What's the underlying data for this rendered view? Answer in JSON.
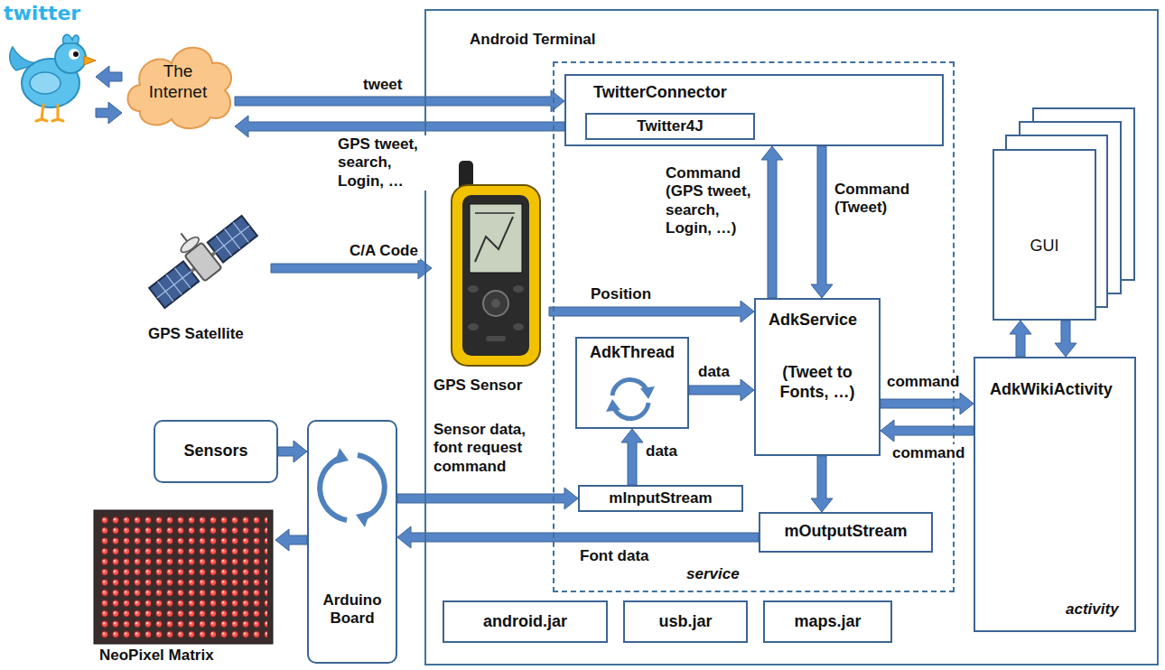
{
  "diagram": {
    "nodes": [
      {
        "text": [
          "twitter"
        ]
      },
      {
        "text": [
          "The Internet"
        ]
      },
      {
        "text": [
          "Android Terminal"
        ]
      },
      {
        "text": [
          "service"
        ],
        "in": 2
      },
      {
        "text": [
          "TwitterConnector"
        ],
        "in": 3
      },
      {
        "text": [
          "Twitter4J"
        ],
        "in": 4
      },
      {
        "text": [
          "GPS Satellite"
        ]
      },
      {
        "text": [
          "GPS Sensor"
        ],
        "in": 2
      },
      {
        "text": [
          "AdkService",
          "(Tweet to Fonts, …)"
        ],
        "in": 3
      },
      {
        "text": [
          "AdkThread"
        ],
        "in": 3
      },
      {
        "text": [
          "GUI"
        ],
        "in": 2
      },
      {
        "text": [
          "AdkWikiActivity",
          "activity"
        ],
        "in": 2
      },
      {
        "text": [
          "Sensors"
        ]
      },
      {
        "text": [
          "Arduino Board"
        ]
      },
      {
        "text": [
          "mInputStream"
        ],
        "in": 3
      },
      {
        "text": [
          "mOutputStream"
        ],
        "in": 3
      },
      {
        "text": [
          "NeoPixel Matrix"
        ]
      },
      {
        "text": [
          "android.jar"
        ],
        "in": 2
      },
      {
        "text": [
          "usb.jar"
        ],
        "in": 2
      },
      {
        "text": [
          "maps.jar"
        ],
        "in": 2
      }
    ],
    "edges": [
      {
        "from": 1,
        "to": 0,
        "arrow": "to"
      },
      {
        "from": 0,
        "to": 1,
        "arrow": "to"
      },
      {
        "from": 1,
        "to": 4,
        "label": "tweet",
        "arrow": "to"
      },
      {
        "from": 4,
        "to": 1,
        "label": "GPS tweet, search, Login, …",
        "arrow": "to"
      },
      {
        "from": 6,
        "to": 7,
        "label": "C/A Code",
        "arrow": "to"
      },
      {
        "from": 7,
        "to": 8,
        "label": "Position",
        "arrow": "to"
      },
      {
        "from": 8,
        "to": 4,
        "label": "Command (GPS tweet, search, Login, …)",
        "arrow": "to"
      },
      {
        "from": 4,
        "to": 8,
        "label": "Command (Tweet)",
        "arrow": "to"
      },
      {
        "from": 9,
        "to": 8,
        "label": "data",
        "arrow": "to"
      },
      {
        "from": 14,
        "to": 9,
        "label": "data",
        "arrow": "to"
      },
      {
        "from": 13,
        "to": 14,
        "label": "Sensor data, font request command",
        "arrow": "to"
      },
      {
        "from": 8,
        "to": 15,
        "arrow": "to"
      },
      {
        "from": 15,
        "to": 13,
        "label": "Font data",
        "arrow": "to"
      },
      {
        "from": 8,
        "to": 11,
        "label": "command",
        "arrow": "to"
      },
      {
        "from": 11,
        "to": 8,
        "label": "command",
        "arrow": "to"
      },
      {
        "from": 11,
        "to": 10,
        "arrow": "to"
      },
      {
        "from": 10,
        "to": 11,
        "arrow": "to"
      },
      {
        "from": 12,
        "to": 13,
        "arrow": "to"
      },
      {
        "from": 13,
        "to": 16,
        "arrow": "to"
      }
    ]
  }
}
